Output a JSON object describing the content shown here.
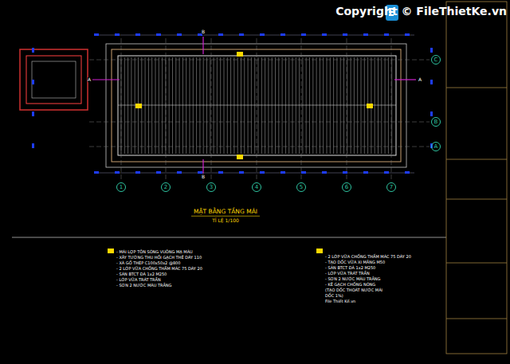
{
  "diagram": {
    "title": "MẶT BẰNG TẦNG MÁI",
    "caption": "TỈ LỆ 1/100",
    "nodes": [
      {
        "text": [
          "1"
        ]
      },
      {
        "text": [
          "2"
        ]
      },
      {
        "text": [
          "3"
        ]
      },
      {
        "text": [
          "4"
        ]
      },
      {
        "text": [
          "5"
        ]
      },
      {
        "text": [
          "6"
        ]
      },
      {
        "text": [
          "7"
        ]
      },
      {
        "text": [
          "C"
        ]
      },
      {
        "text": [
          "B"
        ]
      },
      {
        "text": [
          "A"
        ]
      }
    ],
    "labels": [
      "A",
      "A",
      "B",
      "B",
      "- MÁI LỢP TÔN SÓNG VUÔNG MẠ MÀU",
      "- XÂY TƯỜNG THU HỒI GẠCH THẺ DÀY 110",
      "- XÀ GỒ THÉP C100x50x2 @800",
      "- 2 LỚP VỮA CHỐNG THẤM MÁC 75 DÀY 20",
      "- SÀN BTCT ĐÁ 1x2 M250",
      "- LỚP VỮA TRÁT TRẦN",
      "- SƠN 2 NƯỚC MÀU TRẮNG",
      "- 2 LỚP VỮA CHỐNG THẤM MÁC 75 DÀY 20",
      "- TẠO DỐC VỮA XI MĂNG M50",
      "- SÀN BTCT ĐÁ 1x2 M250",
      "- LỚP VỮA TRÁT TRẦN",
      "- SƠN 2 NƯỚC MÀU TRẮNG",
      "- KÊ GẠCH CHỐNG NÓNG",
      "(TẠO DỐC THOÁT NƯỚC MÁI",
      "DỐC 1%)",
      "File Thiết Kế.vn",
      "Copyright © FileThietKe.vn"
    ]
  }
}
